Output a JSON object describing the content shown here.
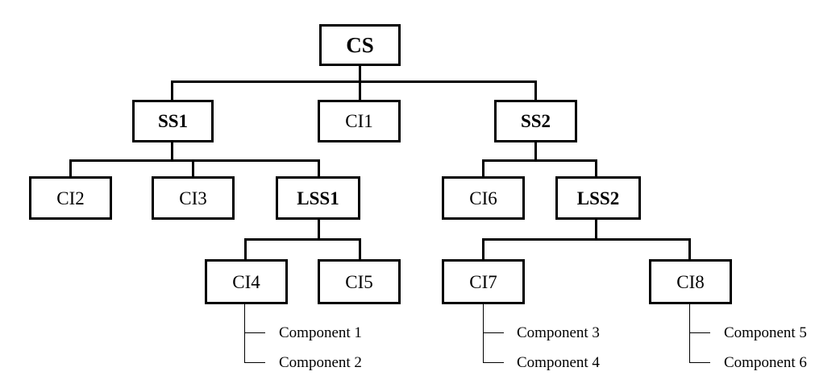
{
  "nodes": {
    "cs": "CS",
    "ss1": "SS1",
    "ci1": "CI1",
    "ss2": "SS2",
    "ci2": "CI2",
    "ci3": "CI3",
    "lss1": "LSS1",
    "ci6": "CI6",
    "lss2": "LSS2",
    "ci4": "CI4",
    "ci5": "CI5",
    "ci7": "CI7",
    "ci8": "CI8"
  },
  "components": {
    "ci4": [
      "Component 1",
      "Component 2"
    ],
    "ci7": [
      "Component 3",
      "Component 4"
    ],
    "ci8": [
      "Component 5",
      "Component 6"
    ]
  }
}
